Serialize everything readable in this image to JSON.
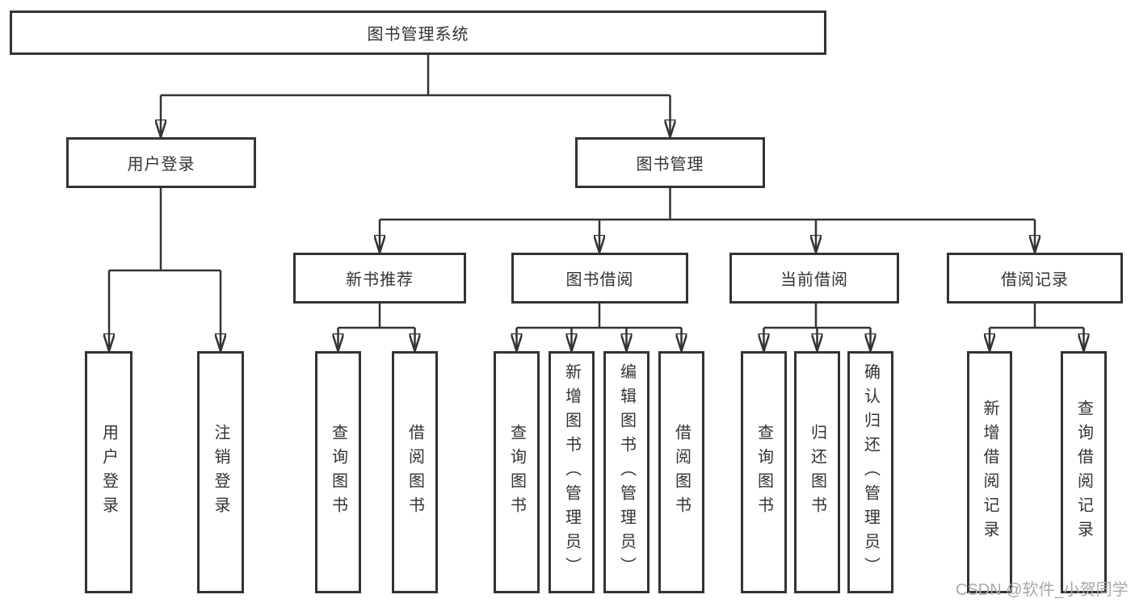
{
  "nodes": {
    "root": "图书管理系统",
    "user_login": "用户登录",
    "book_management": "图书管理",
    "new_book_recommend": "新书推荐",
    "book_borrow": "图书借阅",
    "current_borrow": "当前借阅",
    "borrow_record": "借阅记录",
    "leaf_user_login": "用户登录",
    "leaf_logout": "注销登录",
    "leaf_recommend_query_book": "查询图书",
    "leaf_recommend_borrow_book": "借阅图书",
    "leaf_borrow_query_book": "查询图书",
    "leaf_borrow_add_book": "新增图书（管理员）",
    "leaf_borrow_edit_book": "编辑图书（管理员）",
    "leaf_borrow_borrow_book": "借阅图书",
    "leaf_current_query_book": "查询图书",
    "leaf_current_return_book": "归还图书",
    "leaf_current_confirm_return": "确认归还（管理员）",
    "leaf_record_add": "新增借阅记录",
    "leaf_record_query": "查询借阅记录"
  },
  "watermark": "CSDN @软件_小贺同学",
  "colors": {
    "line": "#333333",
    "border": "#333333",
    "text": "#333333",
    "watermark": "#a8a8a8",
    "background": "#ffffff"
  }
}
